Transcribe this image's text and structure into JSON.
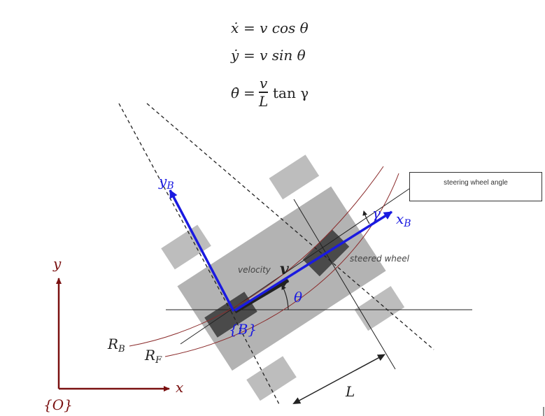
{
  "equations": {
    "eq1": {
      "lhs": "ẋ",
      "rhs": "= v cos θ"
    },
    "eq2": {
      "lhs": "ẏ",
      "rhs": "= v sin θ"
    },
    "eq3": {
      "lhs": "θ̇",
      "eq": "=",
      "num": "v",
      "den": "L",
      "tail": "tan γ"
    }
  },
  "labels": {
    "y_axis": "y",
    "x_axis": "x",
    "origin": "{O}",
    "y_b": "y",
    "y_b_sub": "B",
    "x_b": "x",
    "x_b_sub": "B",
    "body": "{B}",
    "theta": "θ",
    "gamma": "γ",
    "velocity_word": "velocity",
    "velocity_symbol": "v",
    "steered_wheel": "steered wheel",
    "r_b": "R",
    "r_b_sub": "B",
    "r_f": "R",
    "r_f_sub": "F",
    "length": "L"
  },
  "callout": {
    "text": "steering wheel angle"
  },
  "colors": {
    "frame_axis": "#7a1010",
    "body_axis": "#1a1ae0",
    "turn_arc": "#8a2a2a",
    "chassis": "#b3b3b3",
    "wheel_dark": "#4a4a4a",
    "wheel_light": "#bdbdbd",
    "line": "#222222"
  }
}
